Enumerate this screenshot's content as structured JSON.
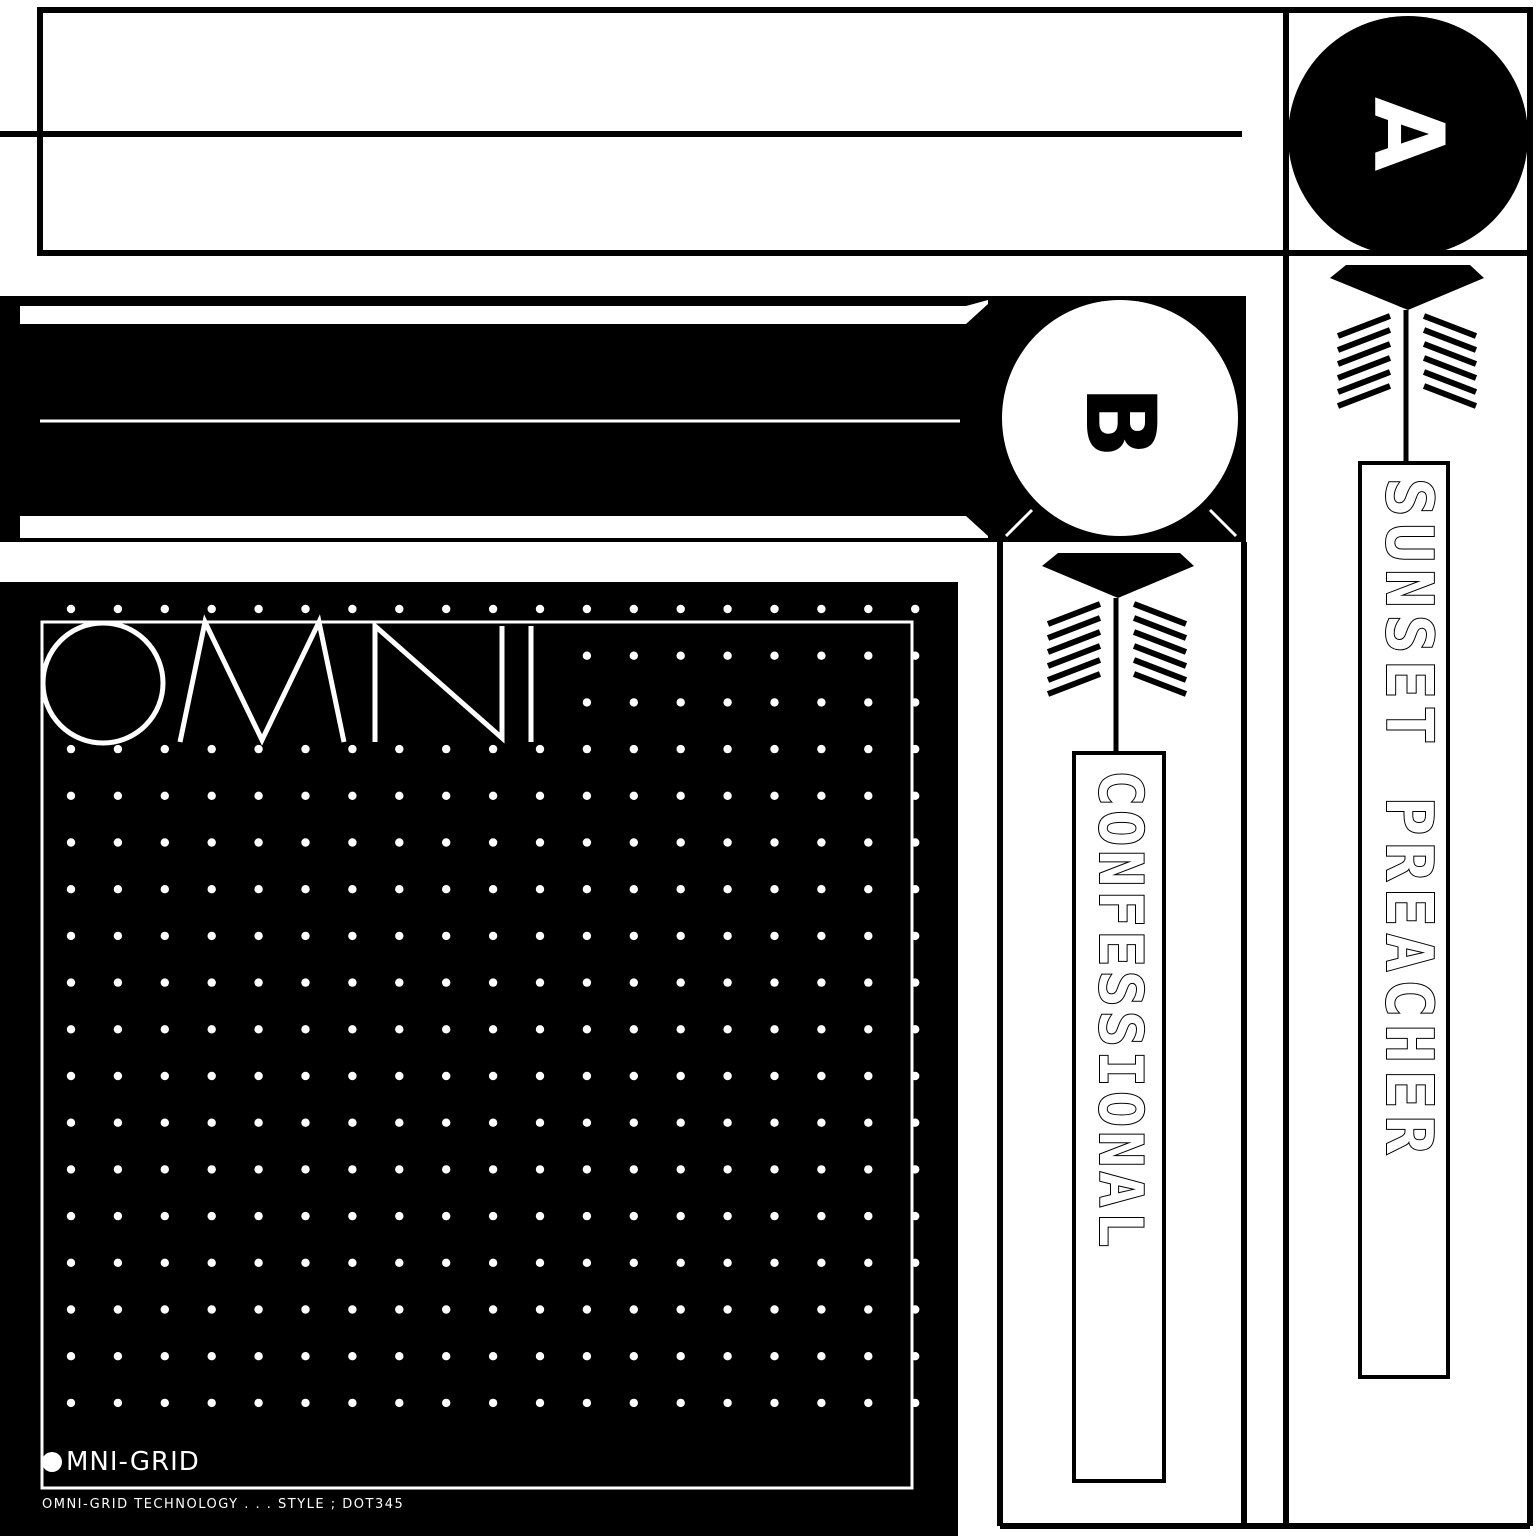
{
  "logo": {
    "word": "OMNI"
  },
  "tape_a": {
    "side_letter": "A",
    "title": "SUNSET PREACHER"
  },
  "tape_b": {
    "side_letter": "B",
    "title": "CONFESSIONAL"
  },
  "brand": {
    "name": "MNI-GRID",
    "footer": "OMNI-GRID TECHNOLOGY . . . STYLE ; DOT345"
  },
  "colors": {
    "ink": "#000000",
    "paper": "#ffffff"
  },
  "icons": [
    "circle-dot-icon",
    "chevron-diamond-icon",
    "hatch-stripes-icon"
  ]
}
